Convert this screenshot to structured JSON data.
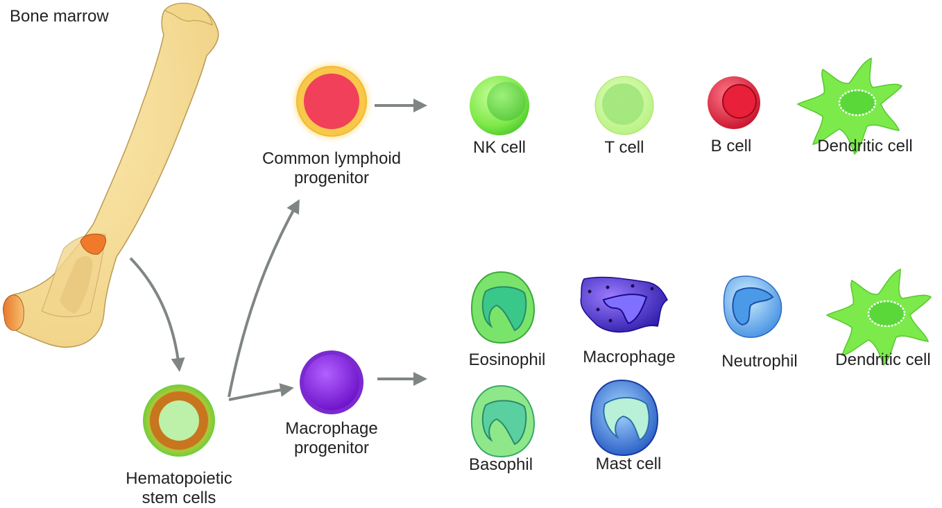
{
  "title": "Bone marrow",
  "stages": {
    "hsc": {
      "line1": "Hematopoietic",
      "line2": "stem cells"
    },
    "lymphoid": {
      "line1": "Common lymphoid",
      "line2": "progenitor"
    },
    "myeloid": {
      "line1": "Macrophage",
      "line2": "progenitor"
    }
  },
  "lymphoid_cells": [
    {
      "label": "NK cell",
      "icon": "nk-cell-icon"
    },
    {
      "label": "T cell",
      "icon": "t-cell-icon"
    },
    {
      "label": "B cell",
      "icon": "b-cell-icon"
    },
    {
      "label": "Dendritic cell",
      "icon": "dendritic-cell-icon"
    }
  ],
  "myeloid_cells": [
    {
      "label": "Eosinophil",
      "icon": "eosinophil-icon"
    },
    {
      "label": "Macrophage",
      "icon": "macrophage-icon"
    },
    {
      "label": "Neutrophil",
      "icon": "neutrophil-icon"
    },
    {
      "label": "Dendritic cell",
      "icon": "dendritic-cell-icon"
    },
    {
      "label": "Basophil",
      "icon": "basophil-icon"
    },
    {
      "label": "Mast cell",
      "icon": "mast-cell-icon"
    }
  ],
  "colors": {
    "arrow": "#7f8583",
    "bone": "#f6dc9a",
    "marrow": "#f07a2a",
    "lymphoid_core": "#f0405a",
    "lymphoid_ring": "#f7c84a",
    "myeloid_core": "#9a2fe8",
    "hsc_ring": "#c8761e",
    "hsc_core": "#bdf0a8",
    "green_cell": "#6fe05a",
    "b_cell": "#e8203a",
    "macrophage": "#4a2cc8",
    "neutrophil": "#5aaaf0",
    "mast_cell": "#2a6ad8"
  }
}
